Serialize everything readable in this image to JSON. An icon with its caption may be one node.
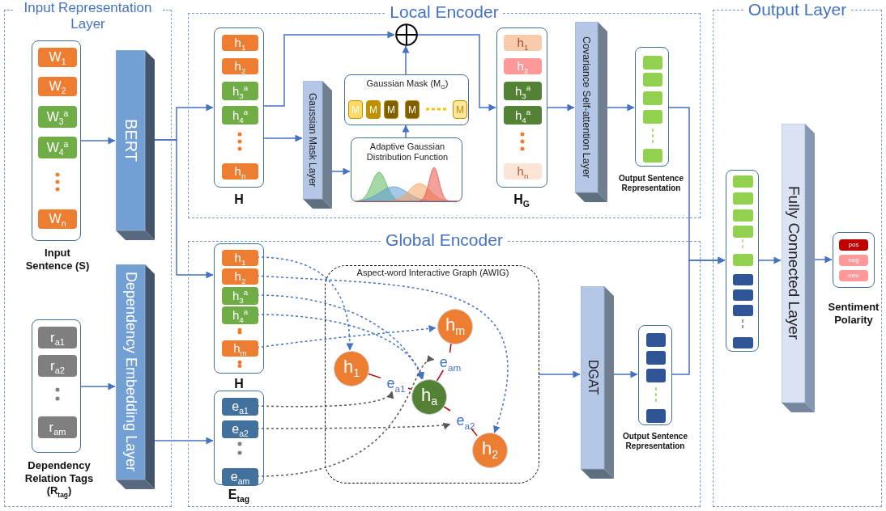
{
  "diagram": {
    "nodes": [
      {
        "text": [
          "Input Representation Layer"
        ]
      },
      {
        "text": [],
        "shape": "box",
        "in": 0,
        "beside": [
          "Input Sentence (S)"
        ]
      },
      {
        "text": [
          "W$_{1}$"
        ],
        "in": 1
      },
      {
        "text": [
          "W$_{2}$"
        ],
        "in": 1
      },
      {
        "text": [
          "W$_{3}$$^{a}$"
        ],
        "in": 1
      },
      {
        "text": [
          "W$_{4}$$^{a}$"
        ],
        "in": 1
      },
      {
        "text": [
          "W$_{n}$"
        ],
        "in": 1
      },
      {
        "text": [
          "BERT"
        ],
        "in": 0
      },
      {
        "text": [],
        "shape": "box",
        "in": 0,
        "beside": [
          "Dependency Relation Tags (R$_{tag}$)"
        ]
      },
      {
        "text": [
          "r$_{a1}$"
        ],
        "in": 8
      },
      {
        "text": [
          "r$_{a2}$"
        ],
        "in": 8
      },
      {
        "text": [
          "r$_{am}$"
        ],
        "in": 8
      },
      {
        "text": [
          "Dependency Embedding Layer"
        ],
        "in": 0
      },
      {
        "text": [
          "Local Encoder"
        ]
      },
      {
        "text": [],
        "shape": "box",
        "in": 13,
        "beside": [
          "H"
        ]
      },
      {
        "text": [
          "h$_{1}$"
        ],
        "in": 14
      },
      {
        "text": [
          "h$_{2}$"
        ],
        "in": 14
      },
      {
        "text": [
          "h$_{3}$$^{a}$"
        ],
        "in": 14
      },
      {
        "text": [
          "h$_{4}$$^{a}$"
        ],
        "in": 14
      },
      {
        "text": [
          "h$_{n}$"
        ],
        "in": 14
      },
      {
        "text": [
          "Gaussian Mask Layer"
        ],
        "in": 13
      },
      {
        "text": [
          "Gaussian Mask (M$_{G}$)"
        ],
        "in": 13
      },
      {
        "text": [
          "M"
        ],
        "in": 21
      },
      {
        "text": [
          "M"
        ],
        "in": 21
      },
      {
        "text": [
          "M"
        ],
        "in": 21
      },
      {
        "text": [
          "M"
        ],
        "in": 21
      },
      {
        "text": [
          "M"
        ],
        "in": 21
      },
      {
        "text": [
          "Adaptive Gaussian Distribution Function"
        ],
        "in": 13
      },
      {
        "text": [],
        "shape": "circle",
        "in": 13
      },
      {
        "text": [],
        "shape": "box",
        "in": 13,
        "beside": [
          "H$_{G}$"
        ]
      },
      {
        "text": [
          "h$_{1}$"
        ],
        "in": 29
      },
      {
        "text": [
          "h$_{2}$"
        ],
        "in": 29
      },
      {
        "text": [
          "h$_{3}$$^{a}$"
        ],
        "in": 29
      },
      {
        "text": [
          "h$_{4}$$^{a}$"
        ],
        "in": 29
      },
      {
        "text": [
          "h$_{n}$"
        ],
        "in": 29
      },
      {
        "text": [
          "Covariance Self-attention Layer"
        ],
        "in": 13
      },
      {
        "text": [],
        "shape": "box",
        "in": 13,
        "beside": [
          "Output Sentence Representation"
        ]
      },
      {
        "text": [
          "Global Encoder"
        ]
      },
      {
        "text": [],
        "shape": "box",
        "in": 37,
        "beside": [
          "H"
        ]
      },
      {
        "text": [
          "h$_{1}$"
        ],
        "in": 38
      },
      {
        "text": [
          "h$_{2}$"
        ],
        "in": 38
      },
      {
        "text": [
          "h$_{3}$$^{a}$"
        ],
        "in": 38
      },
      {
        "text": [
          "h$_{4}$$^{a}$"
        ],
        "in": 38
      },
      {
        "text": [
          "h$_{m}$"
        ],
        "in": 38
      },
      {
        "text": [],
        "shape": "box",
        "in": 37,
        "beside": [
          "E$_{tag}$"
        ]
      },
      {
        "text": [
          "e$_{a1}$"
        ],
        "in": 44
      },
      {
        "text": [
          "e$_{a2}$"
        ],
        "in": 44
      },
      {
        "text": [
          "e$_{am}$"
        ],
        "in": 44
      },
      {
        "text": [
          "Aspect-word Interactive Graph (AWIG)"
        ],
        "in": 37
      },
      {
        "text": [
          "h$_{1}$"
        ],
        "in": 48
      },
      {
        "text": [
          "h$_{m}$"
        ],
        "in": 48
      },
      {
        "text": [
          "h$_{a}$"
        ],
        "in": 48
      },
      {
        "text": [
          "h$_{2}$"
        ],
        "in": 48
      },
      {
        "text": [
          "e$_{a1}$"
        ],
        "in": 48
      },
      {
        "text": [
          "e$_{am}$"
        ],
        "in": 48
      },
      {
        "text": [
          "e$_{a2}$"
        ],
        "in": 48
      },
      {
        "text": [
          "DGAT"
        ],
        "in": 37
      },
      {
        "text": [],
        "shape": "box",
        "in": 37,
        "beside": [
          "Output Sentence Representation"
        ]
      },
      {
        "text": [
          "Output Layer"
        ]
      },
      {
        "text": [],
        "shape": "box",
        "in": 58
      },
      {
        "text": [
          "Fully Connected Layer"
        ],
        "in": 58
      },
      {
        "text": [],
        "shape": "box",
        "in": 58,
        "beside": [
          "Sentiment Polarity"
        ]
      },
      {
        "text": [
          "pos"
        ],
        "in": 61
      },
      {
        "text": [
          "neg"
        ],
        "in": 61
      },
      {
        "text": [
          "neu"
        ],
        "in": 61
      }
    ],
    "edges": [
      {
        "from": 1,
        "to": 7,
        "arrow": "to"
      },
      {
        "from": 8,
        "to": 12,
        "arrow": "to"
      },
      {
        "from": 7,
        "to": 14,
        "arrow": "to"
      },
      {
        "from": 7,
        "to": 38,
        "arrow": "to"
      },
      {
        "from": 12,
        "to": 44,
        "arrow": "to"
      },
      {
        "from": 14,
        "to": 28,
        "arrow": "to"
      },
      {
        "from": 14,
        "to": 20,
        "arrow": "to"
      },
      {
        "from": 20,
        "to": 27,
        "arrow": "to"
      },
      {
        "from": 27,
        "to": 21,
        "arrow": "to"
      },
      {
        "from": 21,
        "to": 28,
        "arrow": "to"
      },
      {
        "from": 28,
        "to": 29,
        "arrow": "to"
      },
      {
        "from": 29,
        "to": 35,
        "arrow": "to"
      },
      {
        "from": 35,
        "to": 36,
        "arrow": "to"
      },
      {
        "from": 39,
        "to": 49,
        "arrow": "to",
        "style": "dashed"
      },
      {
        "from": 40,
        "to": 52,
        "arrow": "to",
        "style": "dashed"
      },
      {
        "from": 41,
        "to": 51,
        "arrow": "to",
        "style": "dashed"
      },
      {
        "from": 42,
        "to": 51,
        "arrow": "to",
        "style": "dashed"
      },
      {
        "from": 43,
        "to": 50,
        "arrow": "to",
        "style": "dashed"
      },
      {
        "from": 49,
        "to": 53,
        "arrow": "none",
        "color": "#c00000"
      },
      {
        "from": 53,
        "to": 51,
        "arrow": "none",
        "color": "#c00000"
      },
      {
        "from": 51,
        "to": 55,
        "arrow": "none",
        "color": "#c00000"
      },
      {
        "from": 55,
        "to": 52,
        "arrow": "none",
        "color": "#c00000"
      },
      {
        "from": 50,
        "to": 54,
        "arrow": "none",
        "color": "#c00000"
      },
      {
        "from": 54,
        "to": 51,
        "arrow": "none",
        "color": "#c00000"
      },
      {
        "from": 45,
        "to": 53,
        "arrow": "to",
        "style": "dashed",
        "color": "#595959"
      },
      {
        "from": 46,
        "to": 55,
        "arrow": "to",
        "style": "dashed",
        "color": "#595959"
      },
      {
        "from": 47,
        "to": 54,
        "arrow": "to",
        "style": "dashed",
        "color": "#595959"
      },
      {
        "from": 48,
        "to": 56,
        "arrow": "to"
      },
      {
        "from": 56,
        "to": 57,
        "arrow": "to"
      },
      {
        "from": 36,
        "to": 59,
        "arrow": "to"
      },
      {
        "from": 57,
        "to": 59,
        "arrow": "to"
      },
      {
        "from": 59,
        "to": 60,
        "arrow": "to"
      },
      {
        "from": 60,
        "to": 61,
        "arrow": "to"
      }
    ]
  }
}
